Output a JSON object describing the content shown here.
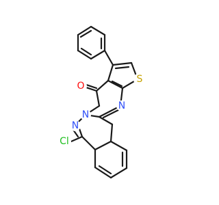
{
  "molecule": {
    "atoms": {
      "oxygen": "O",
      "sulfur": "S",
      "chlorine": "Cl",
      "nitrogen_ring": "N",
      "nitrogen_bridge": "N",
      "nitrogen_pyrimidine": "N"
    },
    "colors": {
      "bond": "#1a1a1a",
      "oxygen": "#ff0d0d",
      "nitrogen": "#3050f8",
      "sulfur": "#c6a200",
      "chlorine": "#1fbf1f"
    }
  }
}
